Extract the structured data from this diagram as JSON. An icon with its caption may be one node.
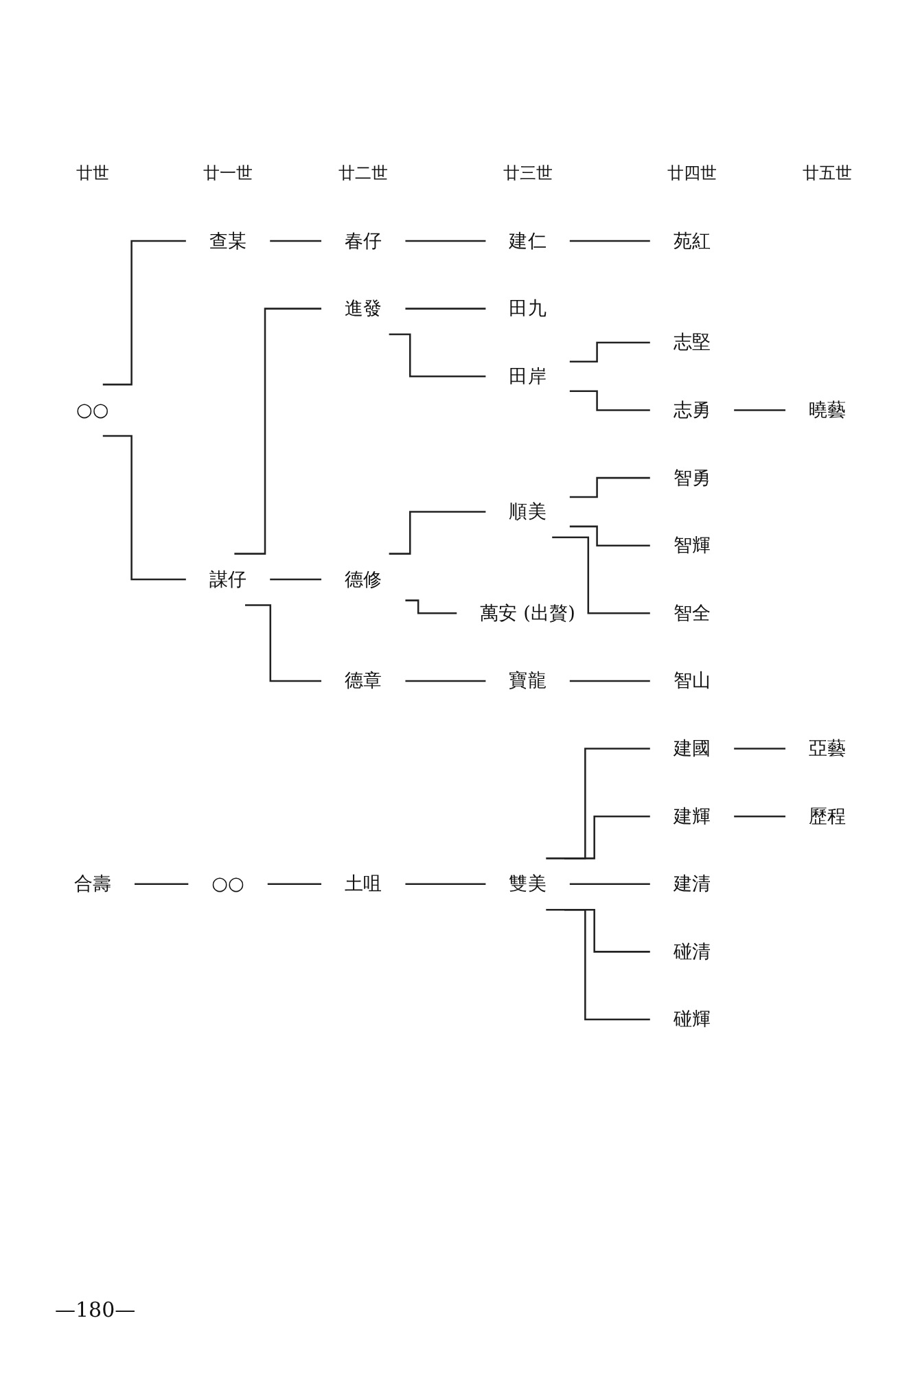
{
  "diagram": {
    "nodes": [
      {
        "text": [
          "○○"
        ]
      },
      {
        "text": [
          "查某"
        ]
      },
      {
        "text": [
          "春仔"
        ]
      },
      {
        "text": [
          "建仁"
        ]
      },
      {
        "text": [
          "苑紅"
        ]
      },
      {
        "text": [
          "謀仔"
        ]
      },
      {
        "text": [
          "進發"
        ]
      },
      {
        "text": [
          "田九"
        ]
      },
      {
        "text": [
          "田岸"
        ]
      },
      {
        "text": [
          "志堅"
        ]
      },
      {
        "text": [
          "志勇"
        ]
      },
      {
        "text": [
          "曉藝"
        ]
      },
      {
        "text": [
          "德修"
        ]
      },
      {
        "text": [
          "順美"
        ]
      },
      {
        "text": [
          "智勇"
        ]
      },
      {
        "text": [
          "智輝"
        ]
      },
      {
        "text": [
          "智全"
        ]
      },
      {
        "text": [
          "萬安"
        ],
        "beside": [
          "(出贅)"
        ]
      },
      {
        "text": [
          "德章"
        ]
      },
      {
        "text": [
          "寶龍"
        ]
      },
      {
        "text": [
          "智山"
        ]
      },
      {
        "text": [
          "合壽"
        ]
      },
      {
        "text": [
          "○○"
        ]
      },
      {
        "text": [
          "土咀"
        ]
      },
      {
        "text": [
          "雙美"
        ]
      },
      {
        "text": [
          "建國"
        ]
      },
      {
        "text": [
          "亞藝"
        ]
      },
      {
        "text": [
          "建輝"
        ]
      },
      {
        "text": [
          "歷程"
        ]
      },
      {
        "text": [
          "建清"
        ]
      },
      {
        "text": [
          "碰清"
        ]
      },
      {
        "text": [
          "碰輝"
        ]
      }
    ],
    "edges": [
      {
        "from": 0,
        "to": 1,
        "arrow": "none"
      },
      {
        "from": 1,
        "to": 2,
        "arrow": "none"
      },
      {
        "from": 2,
        "to": 3,
        "arrow": "none"
      },
      {
        "from": 3,
        "to": 4,
        "arrow": "none"
      },
      {
        "from": 0,
        "to": 5,
        "arrow": "none"
      },
      {
        "from": 5,
        "to": 6,
        "arrow": "none"
      },
      {
        "from": 6,
        "to": 7,
        "arrow": "none"
      },
      {
        "from": 6,
        "to": 8,
        "arrow": "none"
      },
      {
        "from": 8,
        "to": 9,
        "arrow": "none"
      },
      {
        "from": 8,
        "to": 10,
        "arrow": "none"
      },
      {
        "from": 10,
        "to": 11,
        "arrow": "none"
      },
      {
        "from": 5,
        "to": 12,
        "arrow": "none"
      },
      {
        "from": 12,
        "to": 13,
        "arrow": "none"
      },
      {
        "from": 13,
        "to": 14,
        "arrow": "none"
      },
      {
        "from": 13,
        "to": 15,
        "arrow": "none"
      },
      {
        "from": 13,
        "to": 16,
        "arrow": "none"
      },
      {
        "from": 12,
        "to": 17,
        "arrow": "none"
      },
      {
        "from": 5,
        "to": 18,
        "arrow": "none"
      },
      {
        "from": 18,
        "to": 19,
        "arrow": "none"
      },
      {
        "from": 19,
        "to": 20,
        "arrow": "none"
      },
      {
        "from": 21,
        "to": 22,
        "arrow": "none"
      },
      {
        "from": 22,
        "to": 23,
        "arrow": "none"
      },
      {
        "from": 23,
        "to": 24,
        "arrow": "none"
      },
      {
        "from": 24,
        "to": 25,
        "arrow": "none"
      },
      {
        "from": 25,
        "to": 26,
        "arrow": "none"
      },
      {
        "from": 24,
        "to": 27,
        "arrow": "none"
      },
      {
        "from": 27,
        "to": 28,
        "arrow": "none"
      },
      {
        "from": 24,
        "to": 29,
        "arrow": "none"
      },
      {
        "from": 24,
        "to": 30,
        "arrow": "none"
      },
      {
        "from": 24,
        "to": 31,
        "arrow": "none"
      }
    ],
    "labels": [
      "廿世",
      "廿一世",
      "廿二世",
      "廿三世",
      "廿四世",
      "廿五世",
      "—180—"
    ]
  }
}
